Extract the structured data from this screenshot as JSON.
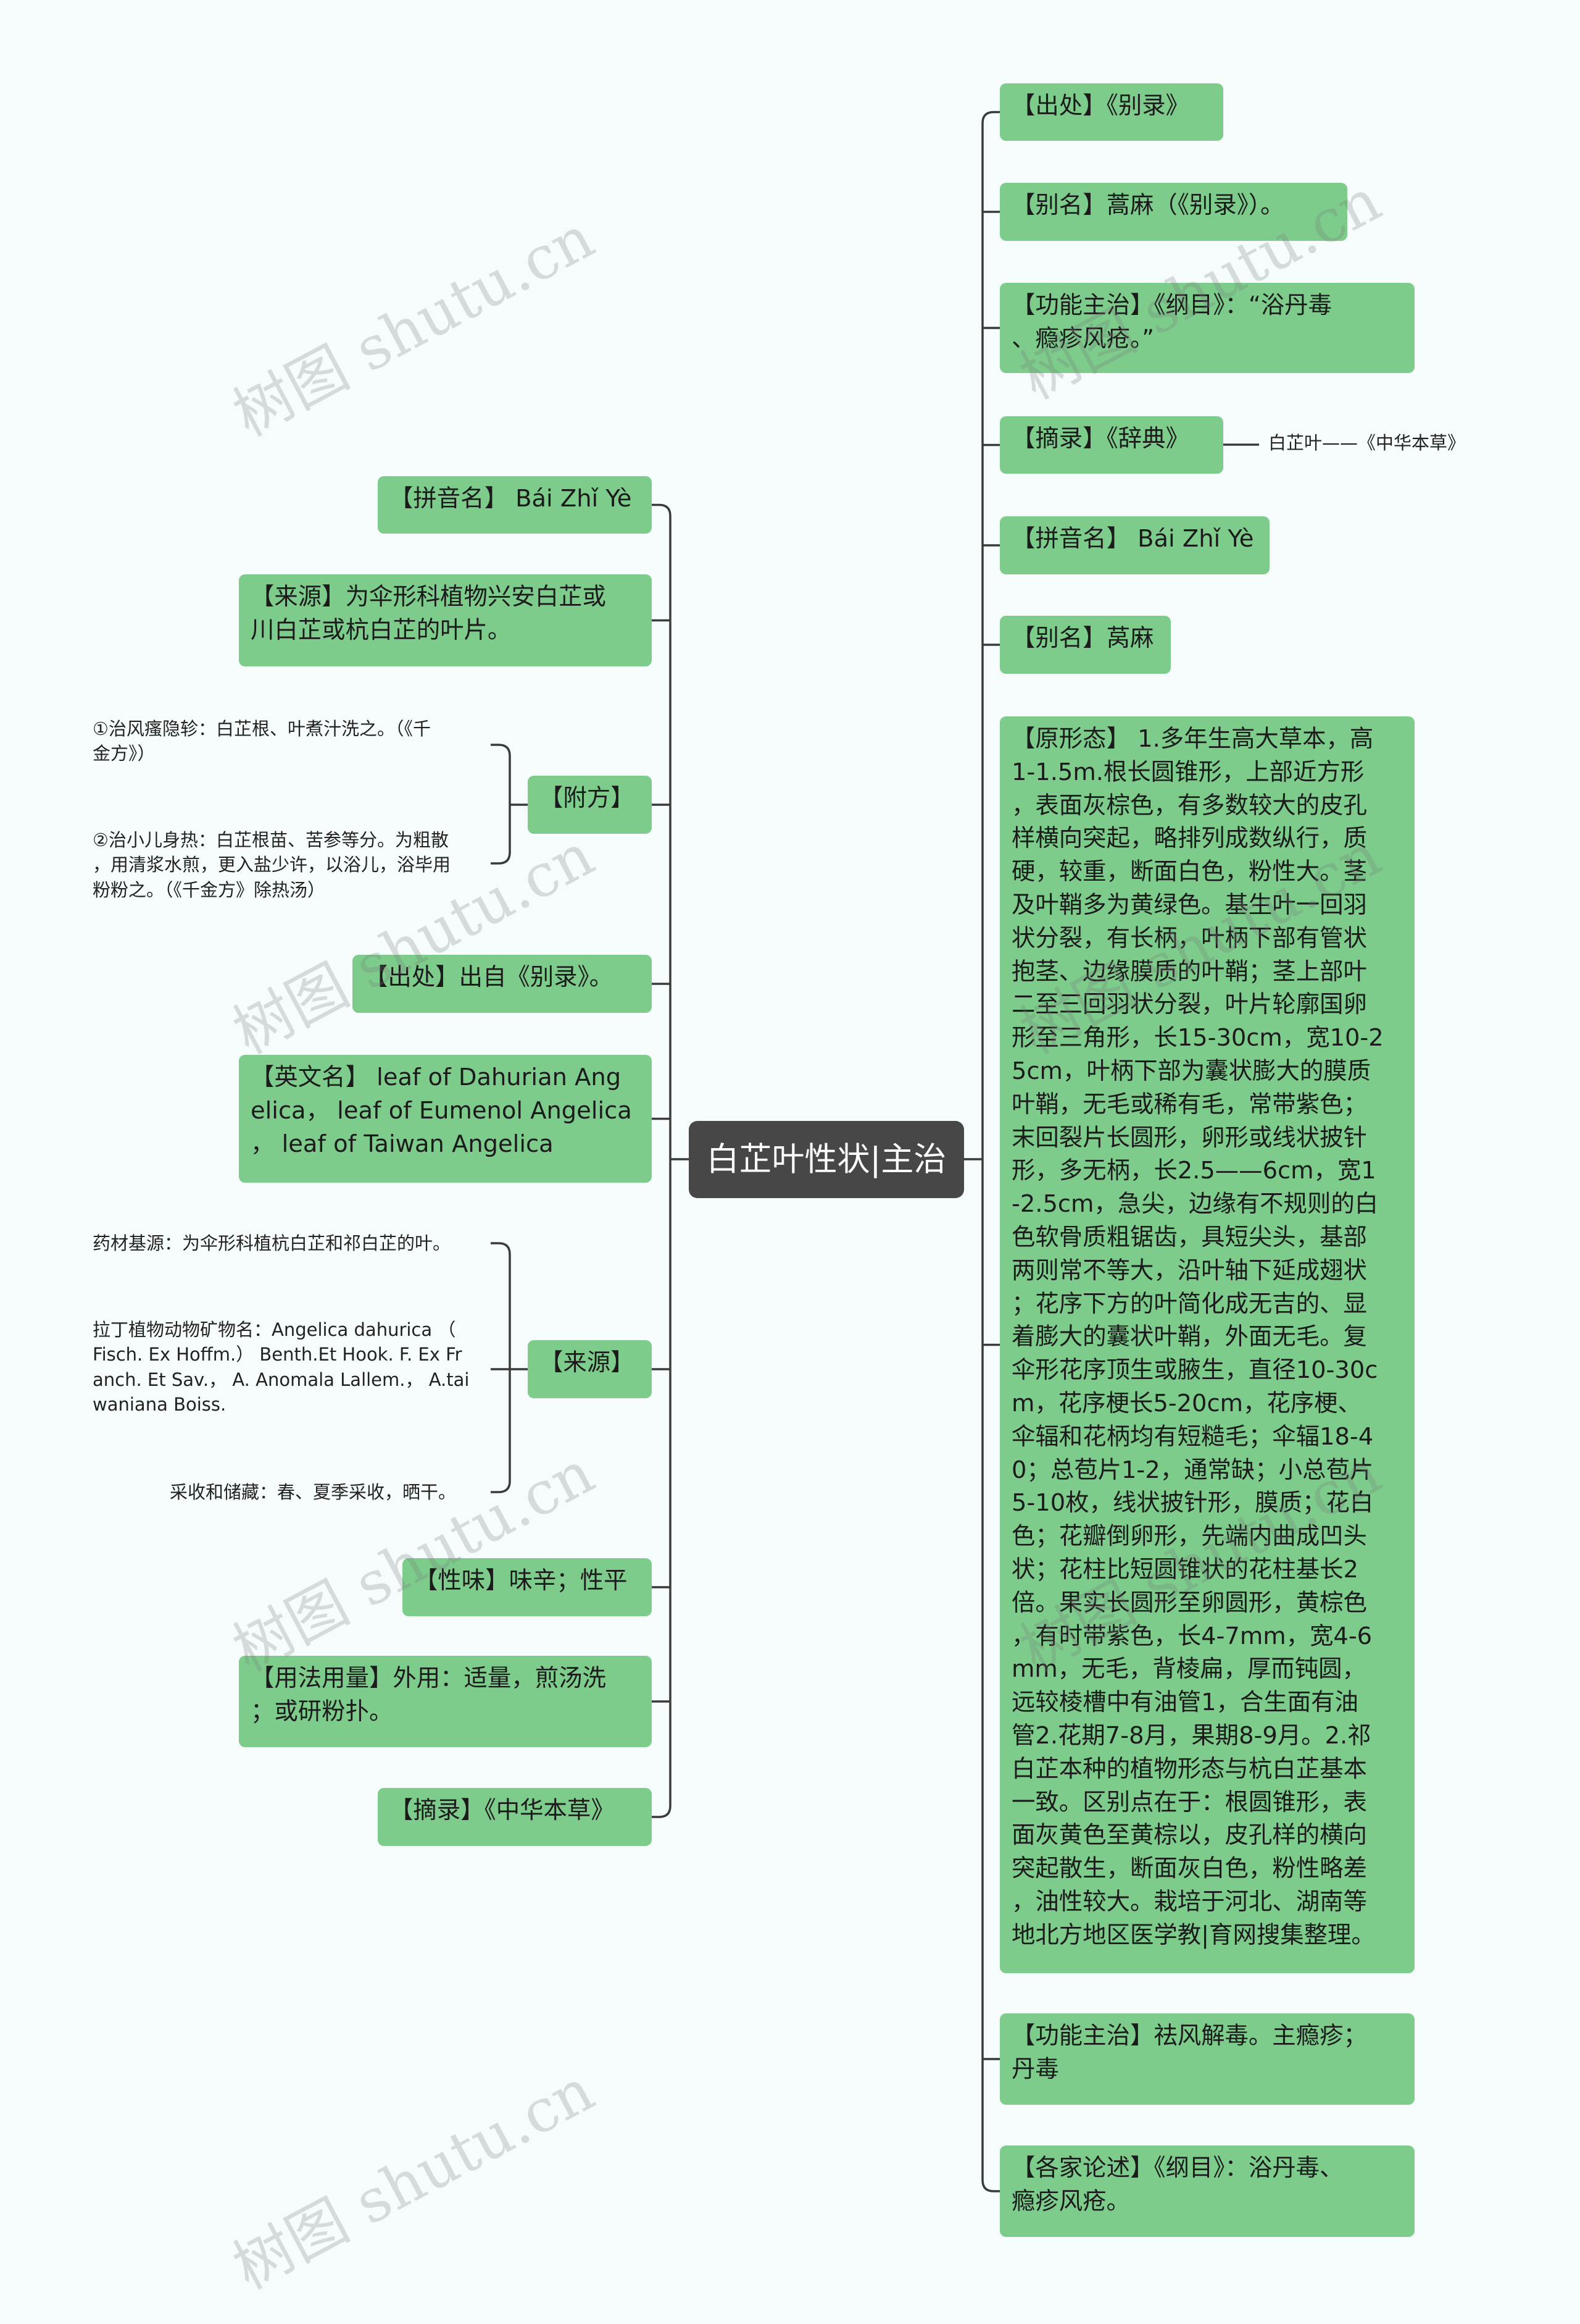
{
  "center": "白芷叶性状|主治",
  "right": [
    {
      "text": "【出处】《别录》"
    },
    {
      "text": "【别名】蒿麻（《别录》）。"
    },
    {
      "text": "【功能主治】《纲目》：“浴丹毒\n、瘾疹风疮。”"
    },
    {
      "text": "【摘录】《辞典》"
    },
    {
      "text": "【拼音名】 Bái Zhǐ Yè"
    },
    {
      "text": "【别名】莴麻"
    },
    {
      "text": "【原形态】 1.多年生高大草本，高\n1-1.5m.根长圆锥形，上部近方形\n，表面灰棕色，有多数较大的皮孔\n样横向突起，略排列成数纵行，质\n硬，较重，断面白色，粉性大。茎\n及叶鞘多为黄绿色。基生叶一回羽\n状分裂，有长柄，叶柄下部有管状\n抱茎、边缘膜质的叶鞘；茎上部叶\n二至三回羽状分裂，叶片轮廓国卵\n形至三角形，长15-30cm，宽10-2\n5cm，叶柄下部为囊状膨大的膜质\n叶鞘，无毛或稀有毛，常带紫色；\n末回裂片长圆形，卵形或线状披针\n形，多无柄，长2.5——6cm，宽1\n-2.5cm，急尖，边缘有不规则的白\n色软骨质粗锯齿，具短尖头，基部\n两则常不等大，沿叶轴下延成翅状\n；花序下方的叶简化成无吉的、显\n着膨大的囊状叶鞘，外面无毛。复\n伞形花序顶生或腋生，直径10-30c\nm，花序梗长5-20cm，花序梗、\n伞辐和花柄均有短糙毛；伞辐18-4\n0；总苞片1-2，通常缺；小总苞片\n5-10枚，线状披针形，膜质；花白\n色；花瓣倒卵形，先端内曲成凹头\n状；花柱比短圆锥状的花柱基长2\n倍。果实长圆形至卵圆形，黄棕色\n，有时带紫色，长4-7mm，宽4-6\nmm，无毛，背棱扁，厚而钝圆，\n远较棱槽中有油管1，合生面有油\n管2.花期7-8月，果期8-9月。2.祁\n白芷本种的植物形态与杭白芷基本\n一致。区别点在于：根圆锥形，表\n面灰黄色至黄棕以，皮孔样的横向\n突起散生，断面灰白色，粉性略差\n，油性较大。栽培于河北、湖南等\n地北方地区医学教|育网搜集整理。"
    },
    {
      "text": "【功能主治】祛风解毒。主瘾疹；\n丹毒"
    },
    {
      "text": "【各家论述】《纲目》：浴丹毒、\n瘾疹风疮。"
    }
  ],
  "right_leaf": "白芷叶——《中华本草》",
  "left": [
    {
      "text": "【拼音名】 Bái Zhǐ Yè"
    },
    {
      "text": "【来源】为伞形科植物兴安白芷或\n川白芷或杭白芷的叶片。"
    },
    {
      "text": "【附方】"
    },
    {
      "text": "【出处】出自《别录》。"
    },
    {
      "text": "【英文名】 leaf of Dahurian Ang\nelica， leaf of Eumenol Angelica\n， leaf of Taiwan Angelica"
    },
    {
      "text": "【来源】"
    },
    {
      "text": "【性味】味辛；性平"
    },
    {
      "text": "【用法用量】外用：适量，煎汤洗\n；或研粉扑。"
    },
    {
      "text": "【摘录】《中华本草》"
    }
  ],
  "fufang_leaves": [
    "①治风瘙隐轸：白芷根、叶煮汁洗之。（《千\n金方》）",
    "②治小儿身热：白芷根苗、苦参等分。为粗散\n，用清浆水煎，更入盐少许，以浴儿，浴毕用\n粉粉之。（《千金方》除热汤）"
  ],
  "laiyuan_leaves": [
    "药材基源：为伞形科植杭白芷和祁白芷的叶。",
    "拉丁植物动物矿物名：Angelica dahurica （\nFisch. Ex Hoffm.） Benth.Et Hook. F. Ex Fr\nanch. Et Sav.， A. Anomala Lallem.， A.tai\nwaniana Boiss.",
    "采收和储藏：春、夏季采收，晒干。"
  ],
  "watermark": "树图 shutu.cn",
  "colors": {
    "node": "#7dcc8c",
    "center": "#474747",
    "line": "#3a3a3a",
    "background": "#f6fcfc"
  }
}
